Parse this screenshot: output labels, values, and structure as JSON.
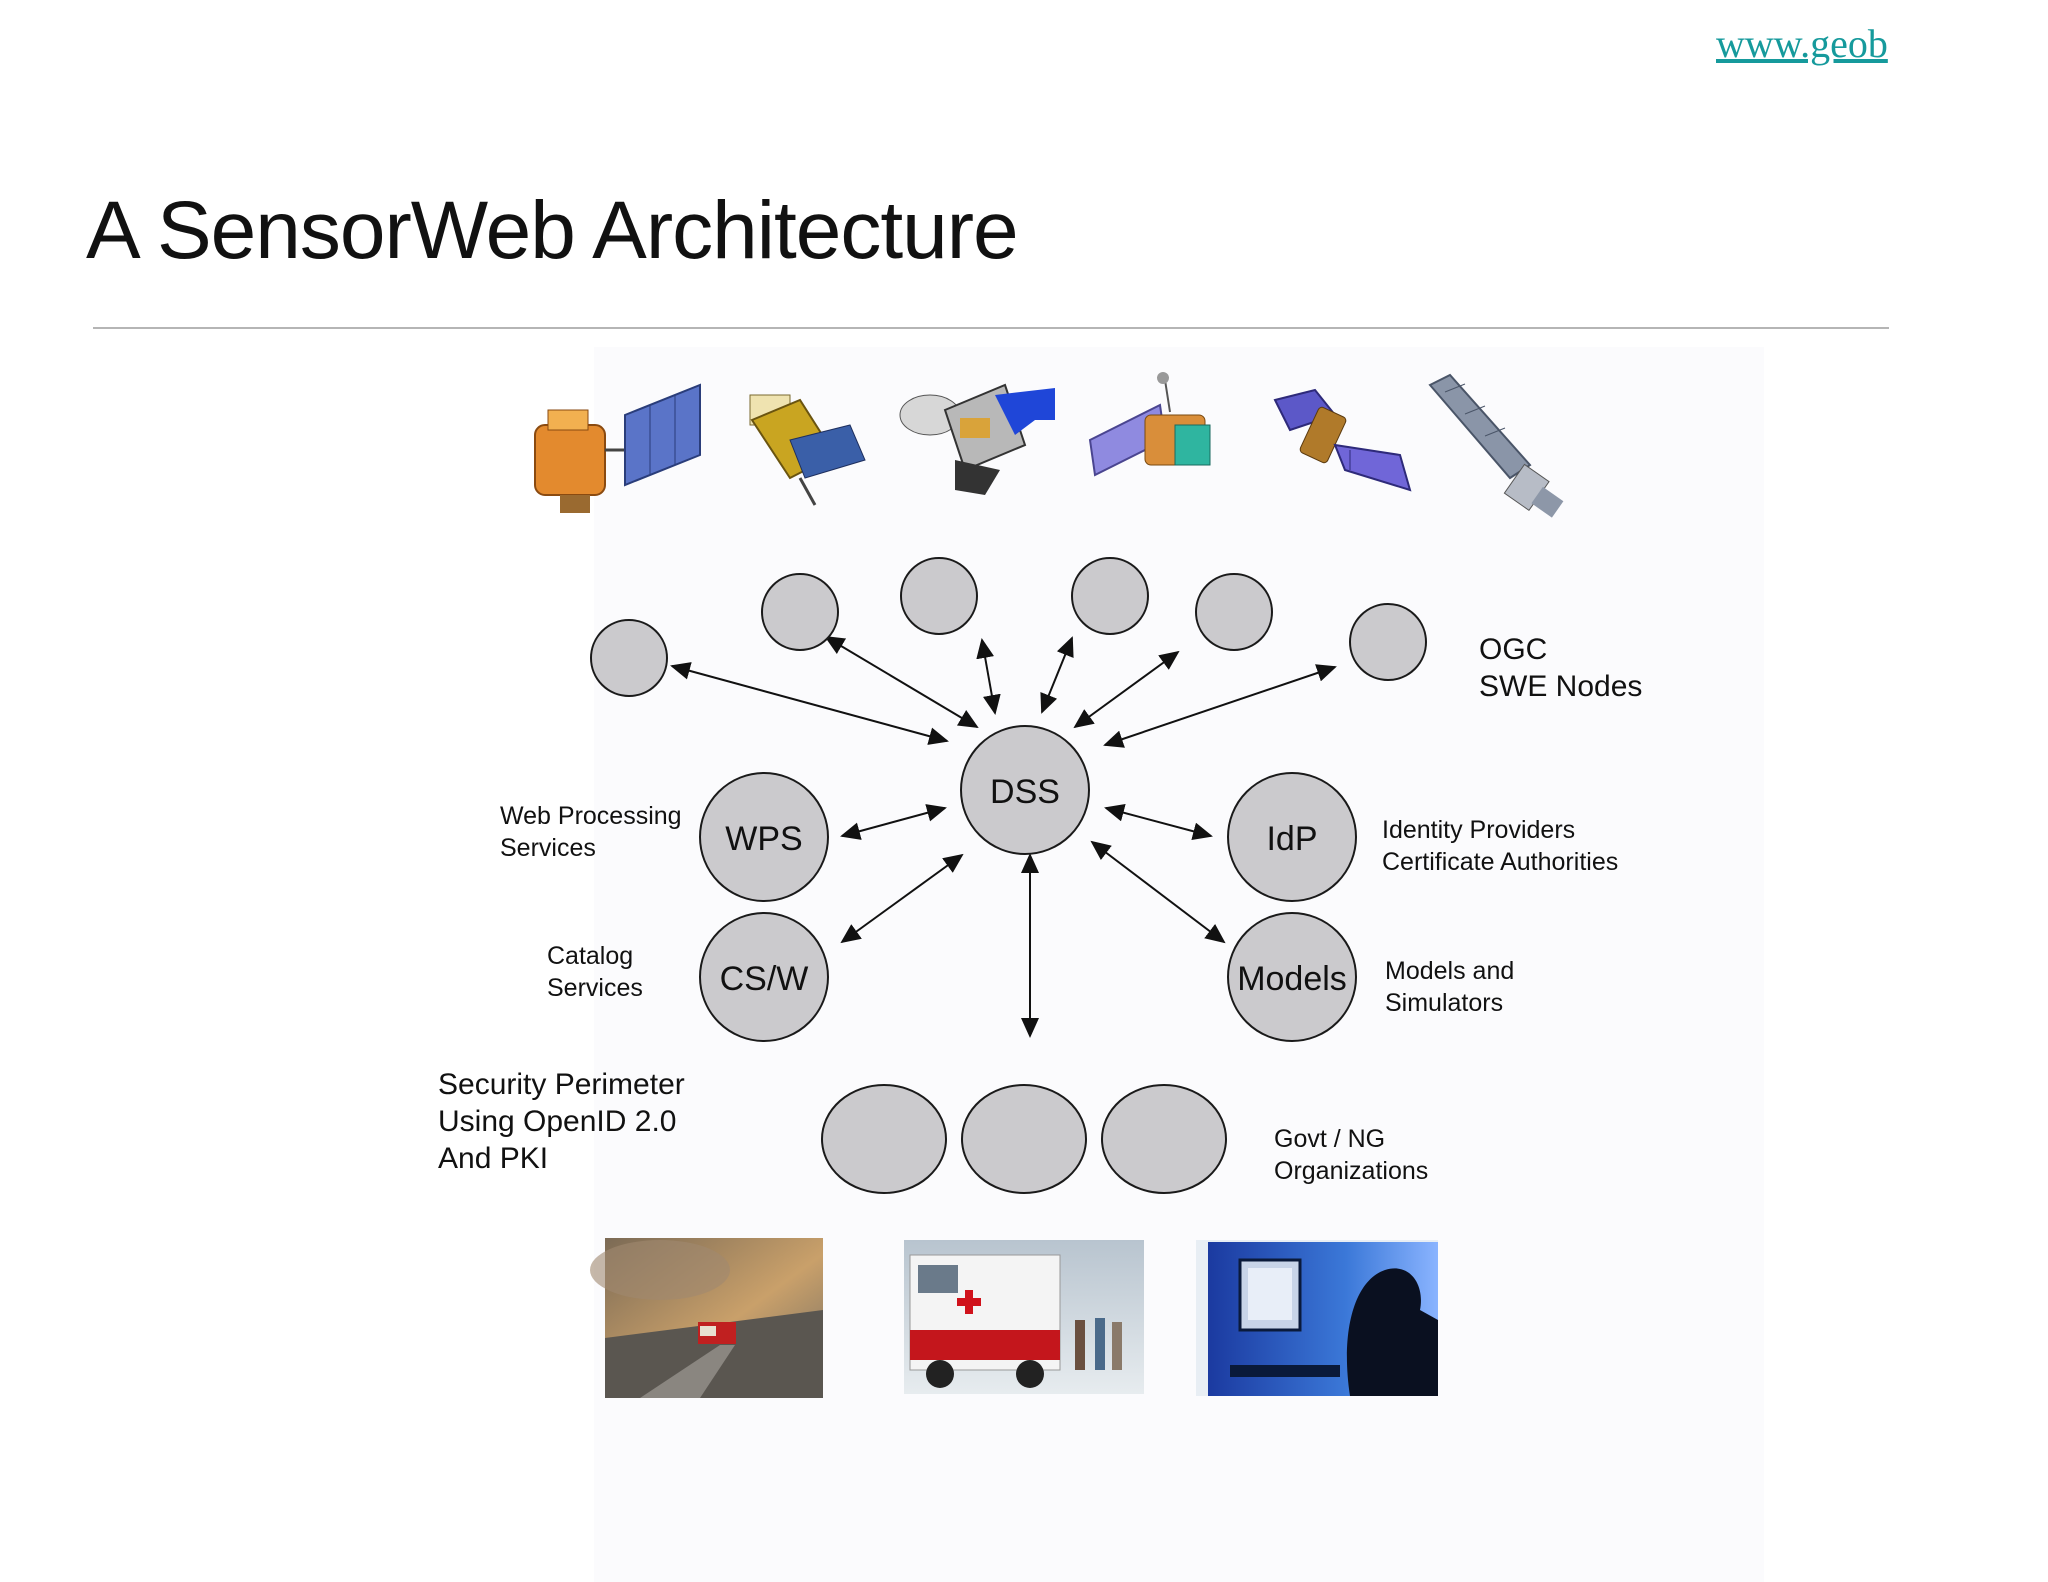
{
  "header": {
    "link_text": "www.geob",
    "title": "A SensorWeb Architecture"
  },
  "diagram": {
    "center_node": "DSS",
    "service_nodes": {
      "wps": "WPS",
      "csw": "CS/W",
      "idp": "IdP",
      "models": "Models"
    },
    "labels": {
      "ogc": [
        "OGC",
        "SWE Nodes"
      ],
      "web_processing": [
        "Web Processing",
        "Services"
      ],
      "catalog": [
        "Catalog",
        "Services"
      ],
      "identity": [
        "Identity Providers",
        "Certificate Authorities"
      ],
      "models_sim": [
        "Models and",
        "Simulators"
      ],
      "security": [
        "Security Perimeter",
        "Using OpenID 2.0",
        "And PKI"
      ],
      "govt": [
        "Govt / NG",
        "Organizations"
      ]
    },
    "satellite_images": [
      "satellite-1",
      "satellite-2",
      "satellite-3",
      "satellite-4",
      "satellite-5",
      "satellite-6"
    ],
    "photos": [
      "wildfire-truck-photo",
      "red-cross-disaster-relief-photo",
      "person-at-computer-photo"
    ]
  },
  "colors": {
    "node_fill": "#cbcacd",
    "link": "#169a9c",
    "rule": "#b5b5b5"
  }
}
